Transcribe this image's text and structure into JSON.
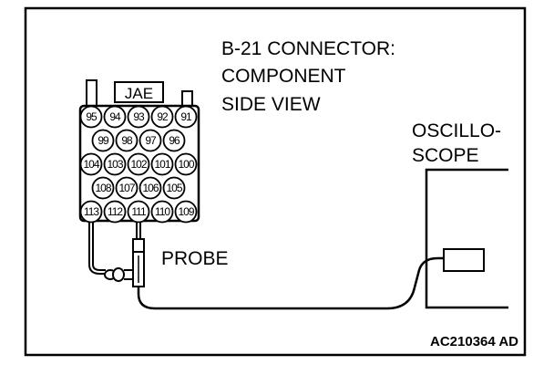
{
  "title_lines": [
    "B-21 CONNECTOR:",
    "COMPONENT",
    "SIDE VIEW"
  ],
  "connector_label": "JAE",
  "pin_rows": [
    [
      "95",
      "94",
      "93",
      "92",
      "91"
    ],
    [
      "99",
      "98",
      "97",
      "96"
    ],
    [
      "104",
      "103",
      "102",
      "101",
      "100"
    ],
    [
      "108",
      "107",
      "106",
      "105"
    ],
    [
      "113",
      "112",
      "111",
      "110",
      "109"
    ]
  ],
  "probe_label": "PROBE",
  "oscilloscope_lines": [
    "OSCILLO-",
    "SCOPE"
  ],
  "reference_code": "AC210364 AD",
  "colors": {
    "line": "#000000",
    "background": "#ffffff"
  }
}
